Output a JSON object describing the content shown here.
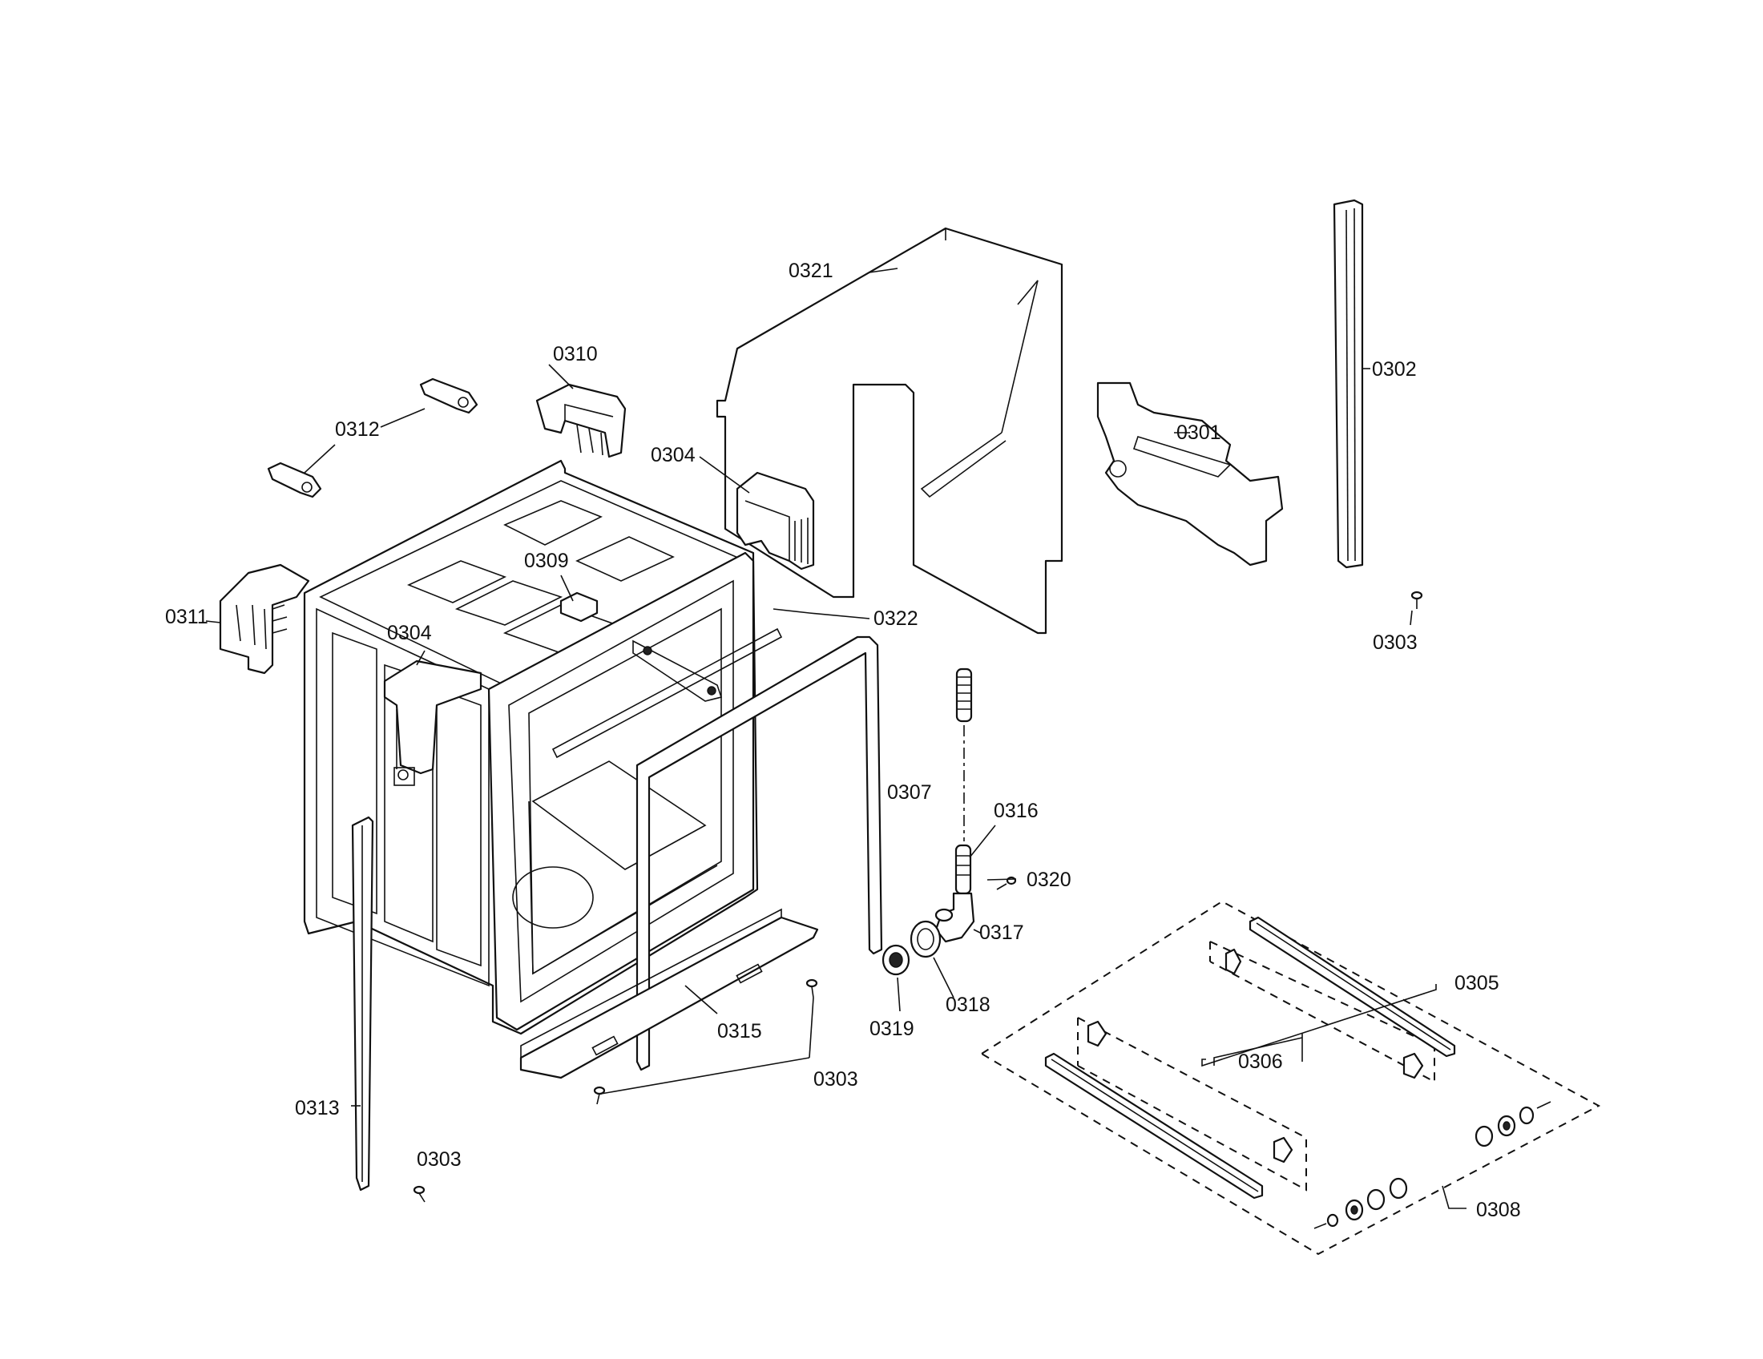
{
  "diagram": {
    "type": "exploded-parts-diagram",
    "callouts": {
      "c0301": "0301",
      "c0302": "0302",
      "c0303_a": "0303",
      "c0303_b": "0303",
      "c0303_c": "0303",
      "c0304_a": "0304",
      "c0304_b": "0304",
      "c0305": "0305",
      "c0306": "0306",
      "c0307": "0307",
      "c0308": "0308",
      "c0309": "0309",
      "c0310": "0310",
      "c0311": "0311",
      "c0312": "0312",
      "c0313": "0313",
      "c0315": "0315",
      "c0316": "0316",
      "c0317": "0317",
      "c0318": "0318",
      "c0319": "0319",
      "c0320": "0320",
      "c0321": "0321",
      "c0322": "0322"
    }
  }
}
